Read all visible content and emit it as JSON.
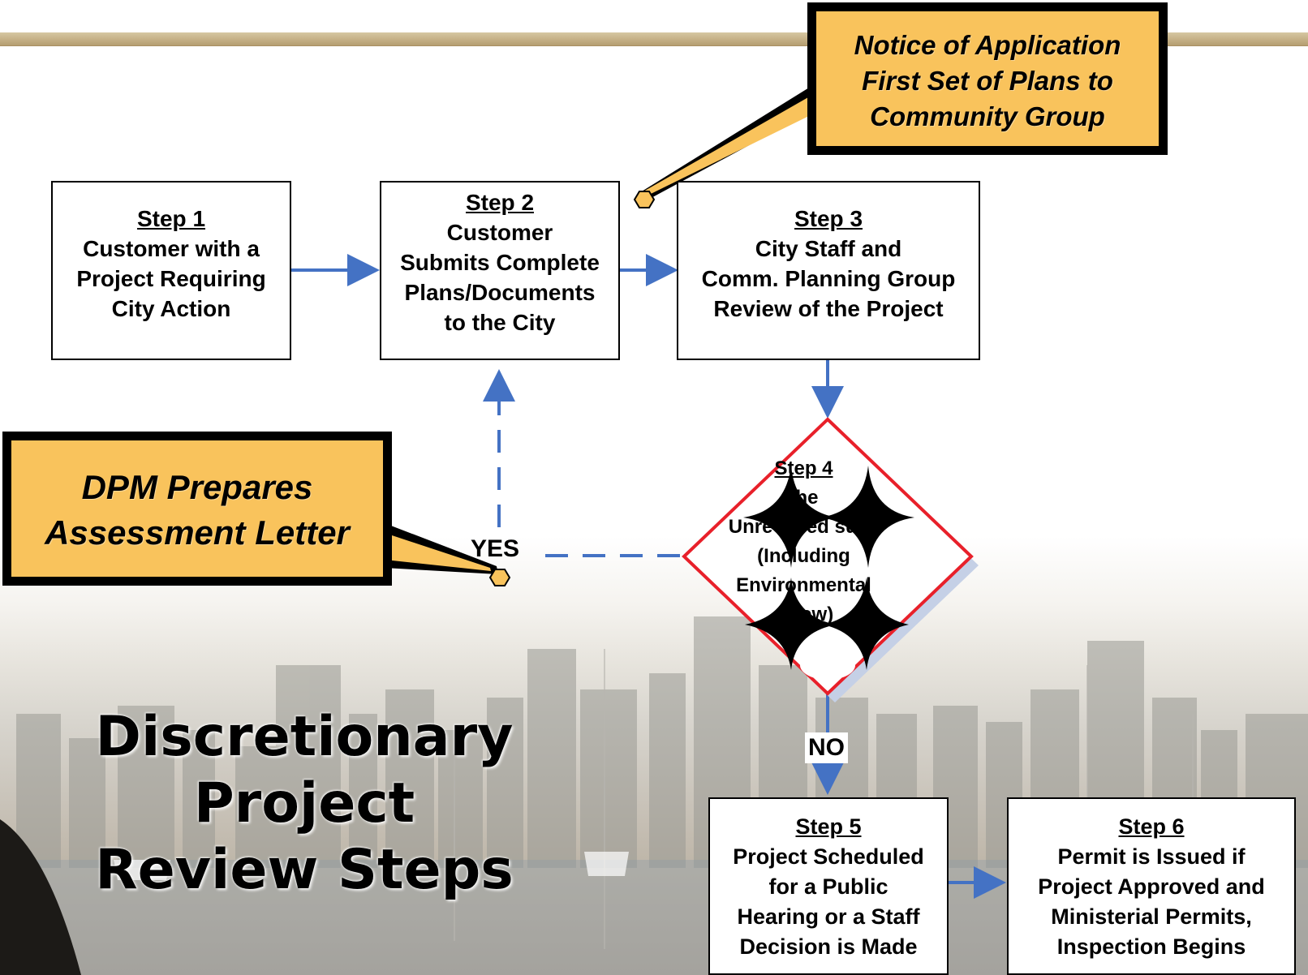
{
  "title": {
    "text": "Discretionary Project\nReview Steps"
  },
  "colors": {
    "arrow": "#4472c4",
    "callout_fill": "#f9c35c",
    "callout_border": "#000000",
    "decision_border": "#e8202a",
    "top_bar": "#c8b48b"
  },
  "steps": [
    {
      "id": "step1",
      "title": "Step 1",
      "body": "Customer with a\nProject Requiring\nCity Action"
    },
    {
      "id": "step2",
      "title": "Step 2",
      "body": "Customer\nSubmits Complete\nPlans/Documents\nto the City"
    },
    {
      "id": "step3",
      "title": "Step 3",
      "body": "City Staff and\nComm. Planning Group\nReview of the Project"
    },
    {
      "id": "step4",
      "title": "Step 4",
      "body": "the\nUnre olved sues\n(Including\nEnvironmental\neview)"
    },
    {
      "id": "step5",
      "title": "Step 5",
      "body": "Project Scheduled\nfor a Public\nHearing or a Staff\nDecision is Made"
    },
    {
      "id": "step6",
      "title": "Step 6",
      "body": "Permit is Issued if\nProject Approved and\nMinisterial Permits,\nInspection Begins"
    }
  ],
  "callouts": [
    {
      "id": "notice",
      "text": "Notice of Application\nFirst Set of Plans to\nCommunity Group"
    },
    {
      "id": "dpm",
      "text": "DPM Prepares\nAssessment Letter"
    }
  ],
  "labels": {
    "yes": "YES",
    "no": "NO"
  }
}
